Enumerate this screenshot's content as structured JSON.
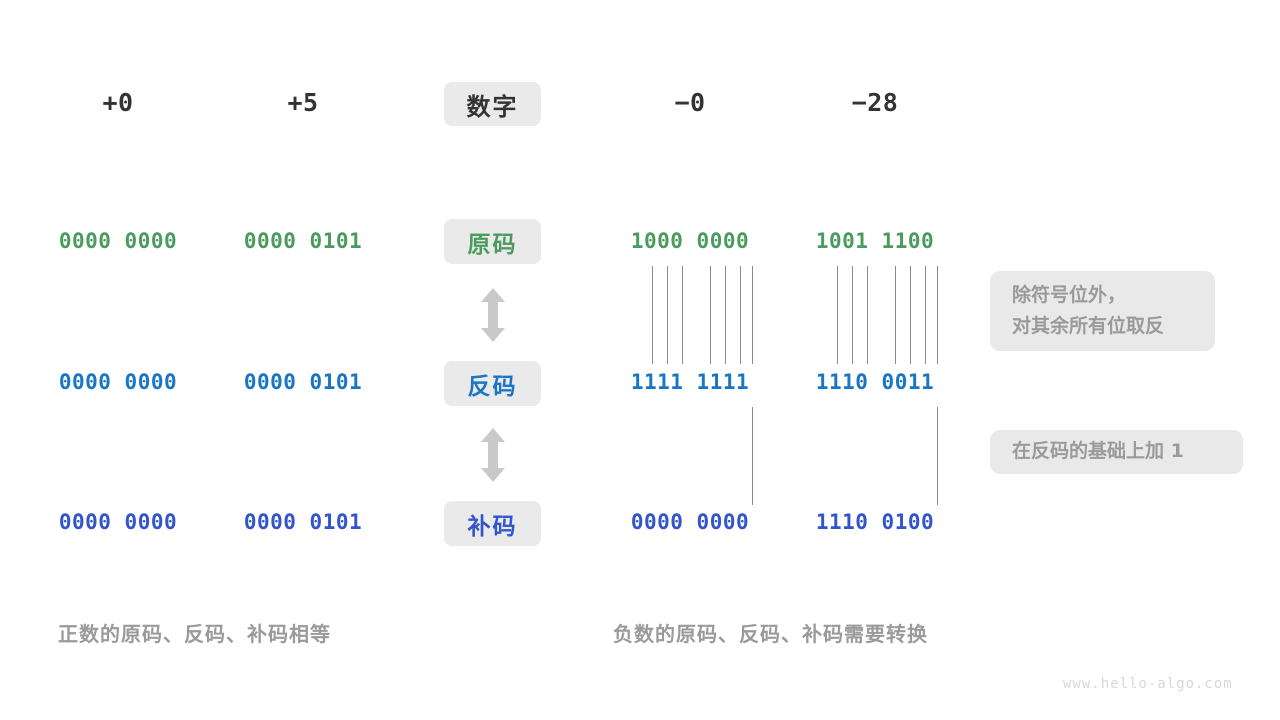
{
  "page": {
    "background": "#ffffff",
    "watermark": "www.hello-algo.com"
  },
  "colors": {
    "yuan_green": "#4c9b5e",
    "fan_blue": "#1976c5",
    "bu_indigo": "#3355cc",
    "chip_bg": "#eaeaea",
    "note_bg": "#e9e9e9",
    "muted_text": "#9a9a9a",
    "head_text": "#333333",
    "line": "#8a8a8a"
  },
  "header": {
    "label_chip": "数字",
    "columns": [
      "+0",
      "+5",
      "−0",
      "−28"
    ]
  },
  "rows": [
    {
      "key": "yuan",
      "label": "原码",
      "color": "#4c9b5e",
      "values": [
        "0000 0000",
        "0000 0101",
        "1000 0000",
        "1001 1100"
      ]
    },
    {
      "key": "fan",
      "label": "反码",
      "color": "#1976c5",
      "values": [
        "0000 0000",
        "0000 0101",
        "1111 1111",
        "1110 0011"
      ]
    },
    {
      "key": "bu",
      "label": "补码",
      "color": "#3355cc",
      "values": [
        "0000 0000",
        "0000 0101",
        "0000 0000",
        "1110 0100"
      ]
    }
  ],
  "notes": [
    {
      "line1": "除符号位外，",
      "line2": "对其余所有位取反"
    },
    {
      "line1": "在反码的基础上加  1",
      "line2": ""
    }
  ],
  "captions": {
    "left": "正数的原码、反码、补码相等",
    "right": "负数的原码、反码、补码需要转换"
  },
  "icons": {
    "arrow_up_down": "double-arrow-vertical"
  }
}
